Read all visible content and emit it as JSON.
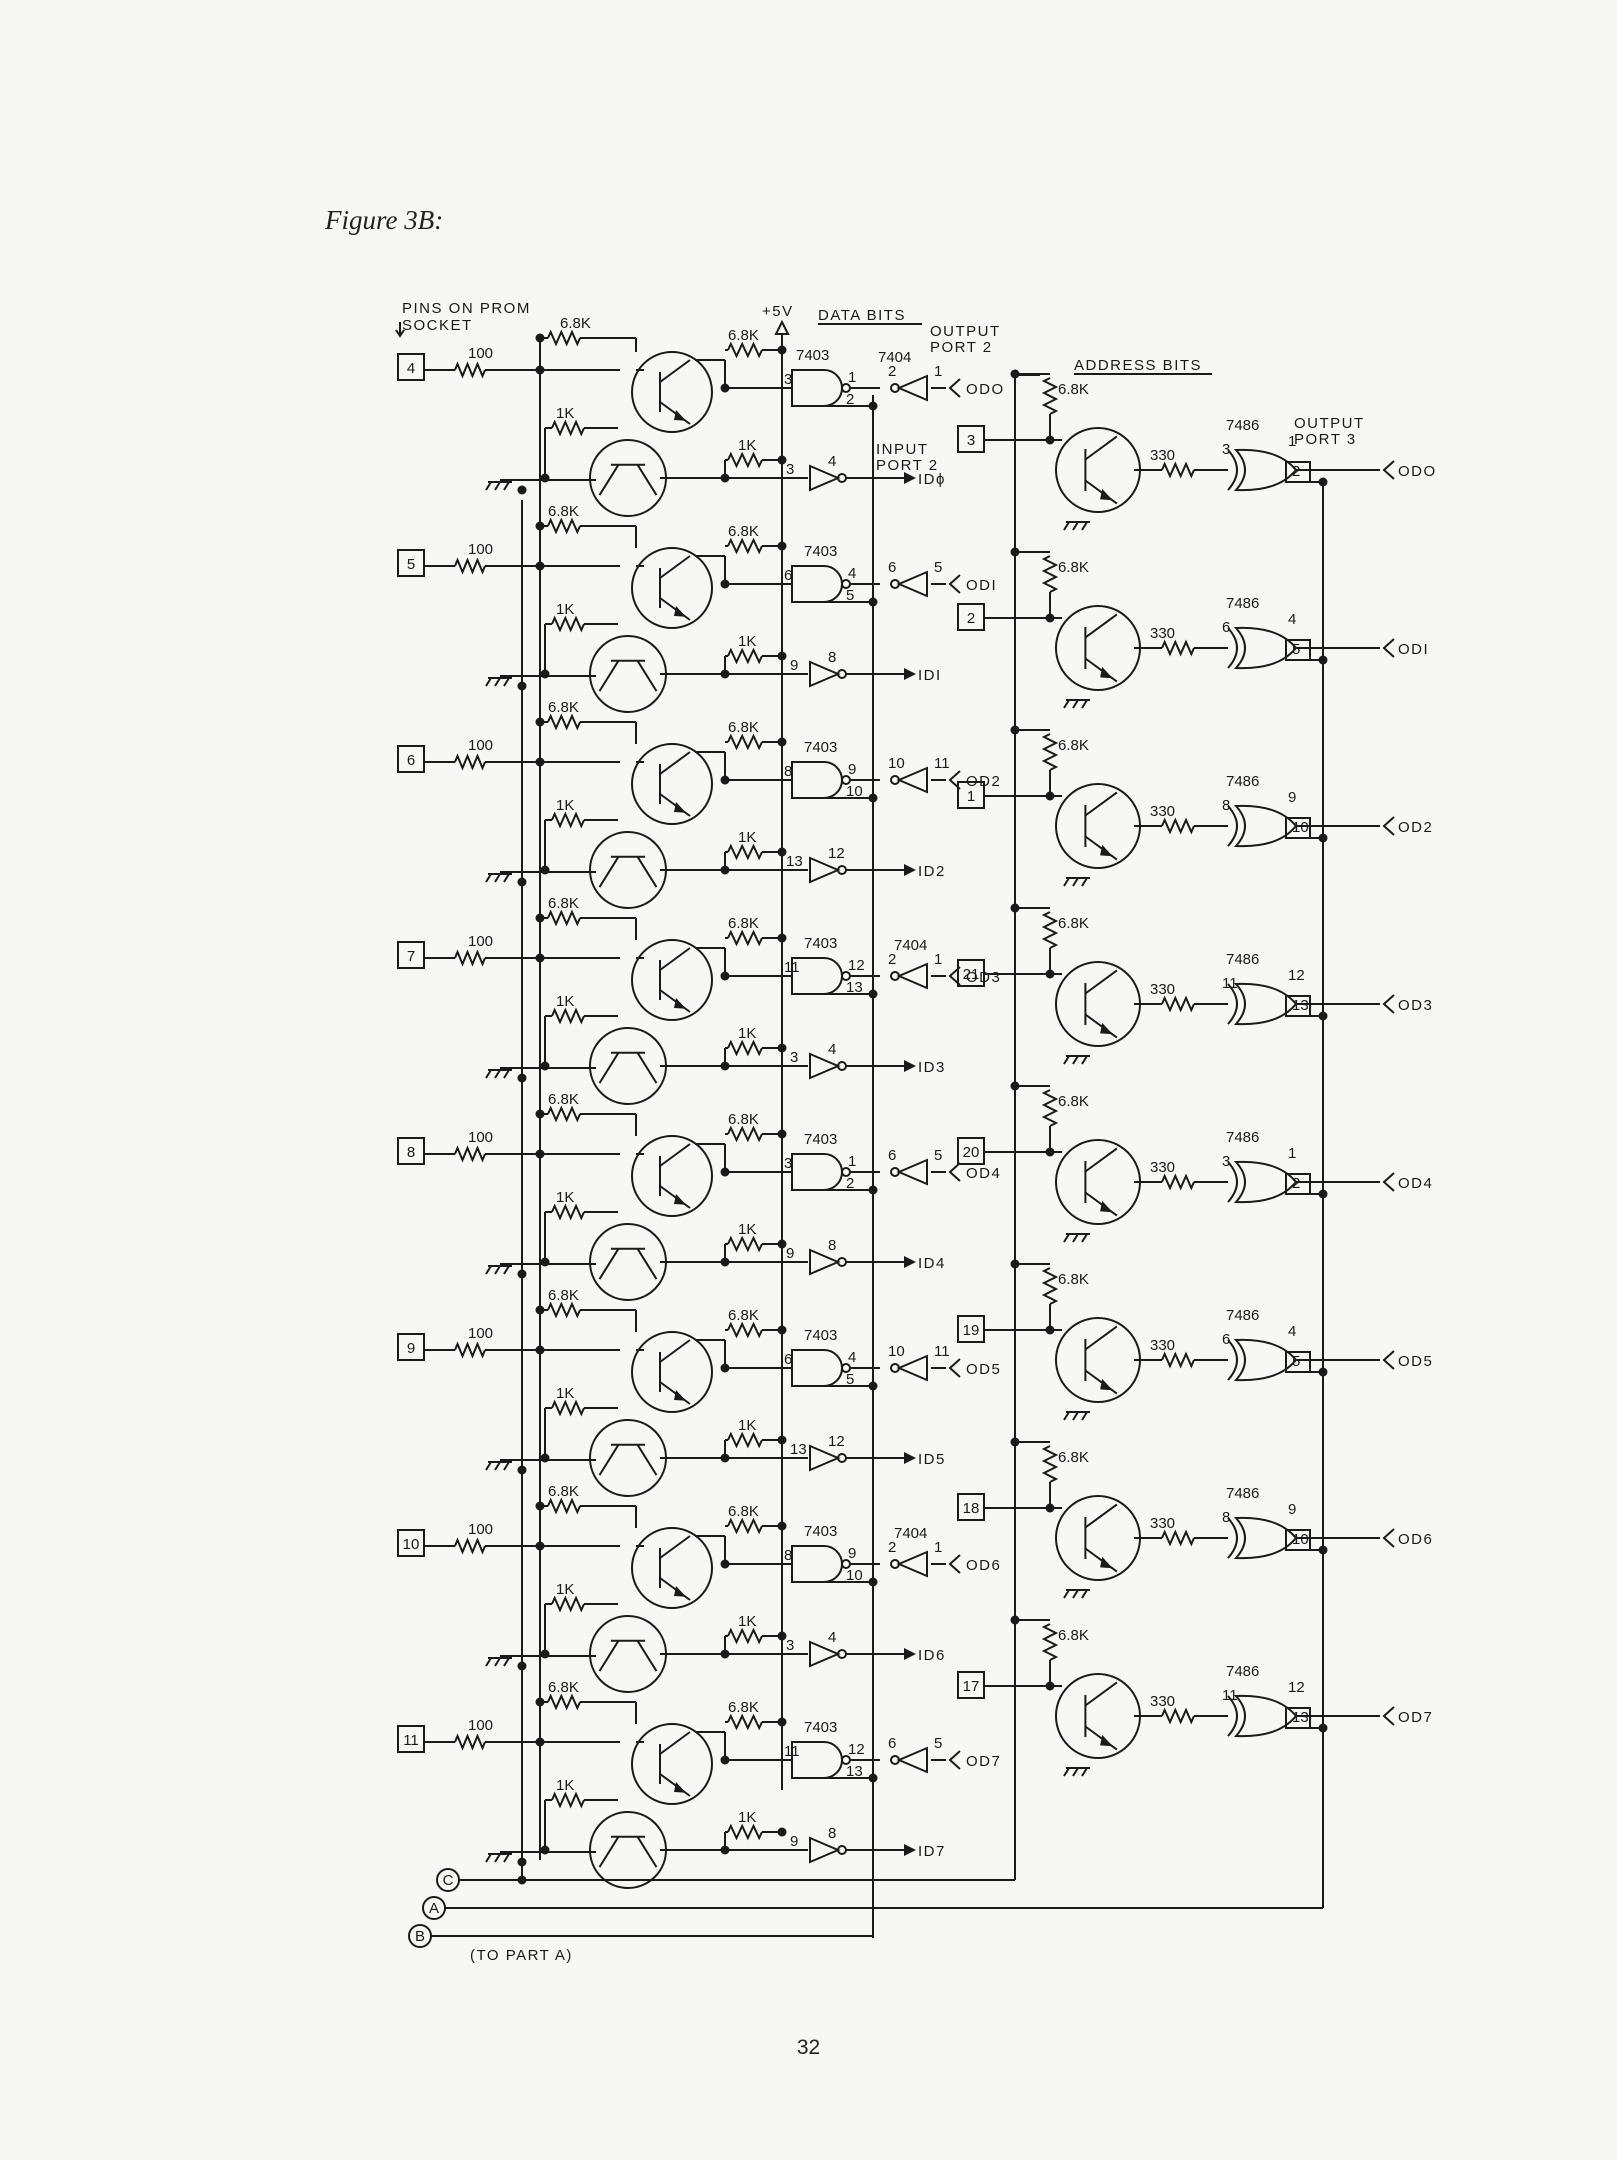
{
  "figure_caption": "Figure 3B:",
  "page_number": "32",
  "header": {
    "pins_on_prom_line1": "PINS ON PROM",
    "pins_on_prom_line2": "SOCKET",
    "supply": "+5V",
    "data_bits": "DATA BITS",
    "output_port_2_line1": "OUTPUT",
    "output_port_2_line2": "PORT 2",
    "address_bits": "ADDRESS BITS",
    "output_port_3_line1": "OUTPUT",
    "output_port_3_line2": "PORT 3",
    "input_port_2_line1": "INPUT",
    "input_port_2_line2": "PORT 2"
  },
  "parts": {
    "r_top": "6.8K",
    "r_base": "100",
    "r_feedback": "1K",
    "r_pullup": "6.8K",
    "r_inverter": "1K",
    "r_address": "6.8K",
    "r_xor": "330",
    "nand": "7403",
    "inverter": "7404",
    "xor": "7486"
  },
  "data_channels": [
    {
      "socket_pin": "4",
      "nand_in": "3",
      "nand_out": "1",
      "nand_b": "2",
      "out_inv_in": "2",
      "out_inv_out": "1",
      "output": "ODO",
      "in_inv_in": "3",
      "in_inv_out": "4",
      "input": "IDϕ",
      "inv_label": "7404"
    },
    {
      "socket_pin": "5",
      "nand_in": "6",
      "nand_out": "4",
      "nand_b": "5",
      "out_inv_in": "6",
      "out_inv_out": "5",
      "output": "ODI",
      "in_inv_in": "9",
      "in_inv_out": "8",
      "input": "IDI",
      "inv_label": ""
    },
    {
      "socket_pin": "6",
      "nand_in": "8",
      "nand_out": "9",
      "nand_b": "10",
      "out_inv_in": "10",
      "out_inv_out": "11",
      "output": "OD2",
      "in_inv_in": "13",
      "in_inv_out": "12",
      "input": "ID2",
      "inv_label": ""
    },
    {
      "socket_pin": "7",
      "nand_in": "11",
      "nand_out": "12",
      "nand_b": "13",
      "out_inv_in": "2",
      "out_inv_out": "1",
      "output": "OD3",
      "in_inv_in": "3",
      "in_inv_out": "4",
      "input": "ID3",
      "inv_label": "7404"
    },
    {
      "socket_pin": "8",
      "nand_in": "3",
      "nand_out": "1",
      "nand_b": "2",
      "out_inv_in": "6",
      "out_inv_out": "5",
      "output": "OD4",
      "in_inv_in": "9",
      "in_inv_out": "8",
      "input": "ID4",
      "inv_label": ""
    },
    {
      "socket_pin": "9",
      "nand_in": "6",
      "nand_out": "4",
      "nand_b": "5",
      "out_inv_in": "10",
      "out_inv_out": "11",
      "output": "OD5",
      "in_inv_in": "13",
      "in_inv_out": "12",
      "input": "ID5",
      "inv_label": ""
    },
    {
      "socket_pin": "10",
      "nand_in": "8",
      "nand_out": "9",
      "nand_b": "10",
      "out_inv_in": "2",
      "out_inv_out": "1",
      "output": "OD6",
      "in_inv_in": "3",
      "in_inv_out": "4",
      "input": "ID6",
      "inv_label": "7404"
    },
    {
      "socket_pin": "11",
      "nand_in": "11",
      "nand_out": "12",
      "nand_b": "13",
      "out_inv_in": "6",
      "out_inv_out": "5",
      "output": "OD7",
      "in_inv_in": "9",
      "in_inv_out": "8",
      "input": "ID7",
      "inv_label": ""
    }
  ],
  "address_channels": [
    {
      "socket_pin": "3",
      "xor_in": "3",
      "xor_out_top": "1",
      "xor_out_bot": "2",
      "output": "ODO"
    },
    {
      "socket_pin": "2",
      "xor_in": "6",
      "xor_out_top": "4",
      "xor_out_bot": "5",
      "output": "ODI"
    },
    {
      "socket_pin": "1",
      "xor_in": "8",
      "xor_out_top": "9",
      "xor_out_bot": "10",
      "output": "OD2"
    },
    {
      "socket_pin": "21",
      "xor_in": "11",
      "xor_out_top": "12",
      "xor_out_bot": "13",
      "output": "OD3"
    },
    {
      "socket_pin": "20",
      "xor_in": "3",
      "xor_out_top": "1",
      "xor_out_bot": "2",
      "output": "OD4"
    },
    {
      "socket_pin": "19",
      "xor_in": "6",
      "xor_out_top": "4",
      "xor_out_bot": "5",
      "output": "OD5"
    },
    {
      "socket_pin": "18",
      "xor_in": "8",
      "xor_out_top": "9",
      "xor_out_bot": "10",
      "output": "OD6"
    },
    {
      "socket_pin": "17",
      "xor_in": "11",
      "xor_out_top": "12",
      "xor_out_bot": "13",
      "output": "OD7"
    }
  ],
  "buses": [
    {
      "letter": "C",
      "note": ""
    },
    {
      "letter": "A",
      "note": ""
    },
    {
      "letter": "B",
      "note": "(TO PART A)"
    }
  ]
}
